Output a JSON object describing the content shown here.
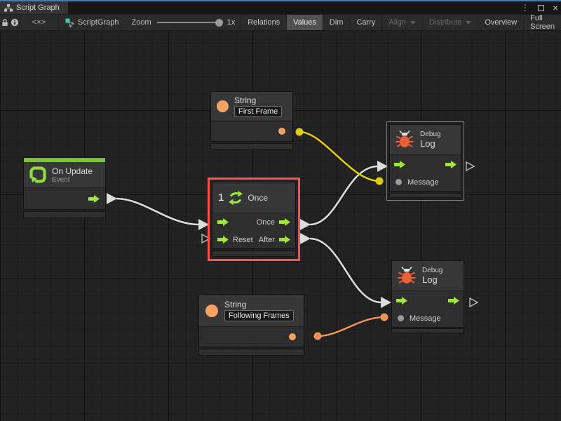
{
  "window": {
    "tab_title": "Script Graph",
    "controls": {
      "menu_glyph": "⋮",
      "close_glyph": "×"
    }
  },
  "toolbar": {
    "code_toggle": "<×>",
    "graph_name": "ScriptGraph",
    "zoom_label": "Zoom",
    "zoom_value": "1x",
    "buttons": [
      {
        "label": "Relations",
        "state": "normal"
      },
      {
        "label": "Values",
        "state": "active"
      },
      {
        "label": "Dim",
        "state": "normal"
      },
      {
        "label": "Carry",
        "state": "normal"
      },
      {
        "label": "Align",
        "state": "disabled",
        "dropdown": true
      },
      {
        "label": "Distribute",
        "state": "disabled",
        "dropdown": true
      },
      {
        "label": "Overview",
        "state": "normal"
      },
      {
        "label": "Full Screen",
        "state": "normal"
      }
    ]
  },
  "nodes": {
    "string_first": {
      "title": "String",
      "value": "First Frame"
    },
    "on_update": {
      "title": "On Update",
      "subtitle": "Event"
    },
    "once": {
      "badge": "1",
      "title": "Once",
      "out1_label": "Once",
      "in2_label": "Reset",
      "out2_label": "After"
    },
    "debug_top": {
      "kicker": "Debug",
      "title": "Log",
      "message_label": "Message"
    },
    "debug_bottom": {
      "kicker": "Debug",
      "title": "Log",
      "message_label": "Message"
    },
    "string_following": {
      "title": "String",
      "value": "Following Frames"
    }
  },
  "colors": {
    "flow_green": "#9fe73f",
    "event_green_bar": "#7fc13c",
    "string_orange": "#f5a262",
    "wire_yellow": "#ddce10",
    "wire_orange": "#ef9357",
    "wire_white": "#dcdcdc",
    "selection_red": "#ff5149",
    "selection_blue": "#4a8fc0",
    "bug_orange": "#ee5f35",
    "focus_blue_line": "#3c7ebf"
  }
}
